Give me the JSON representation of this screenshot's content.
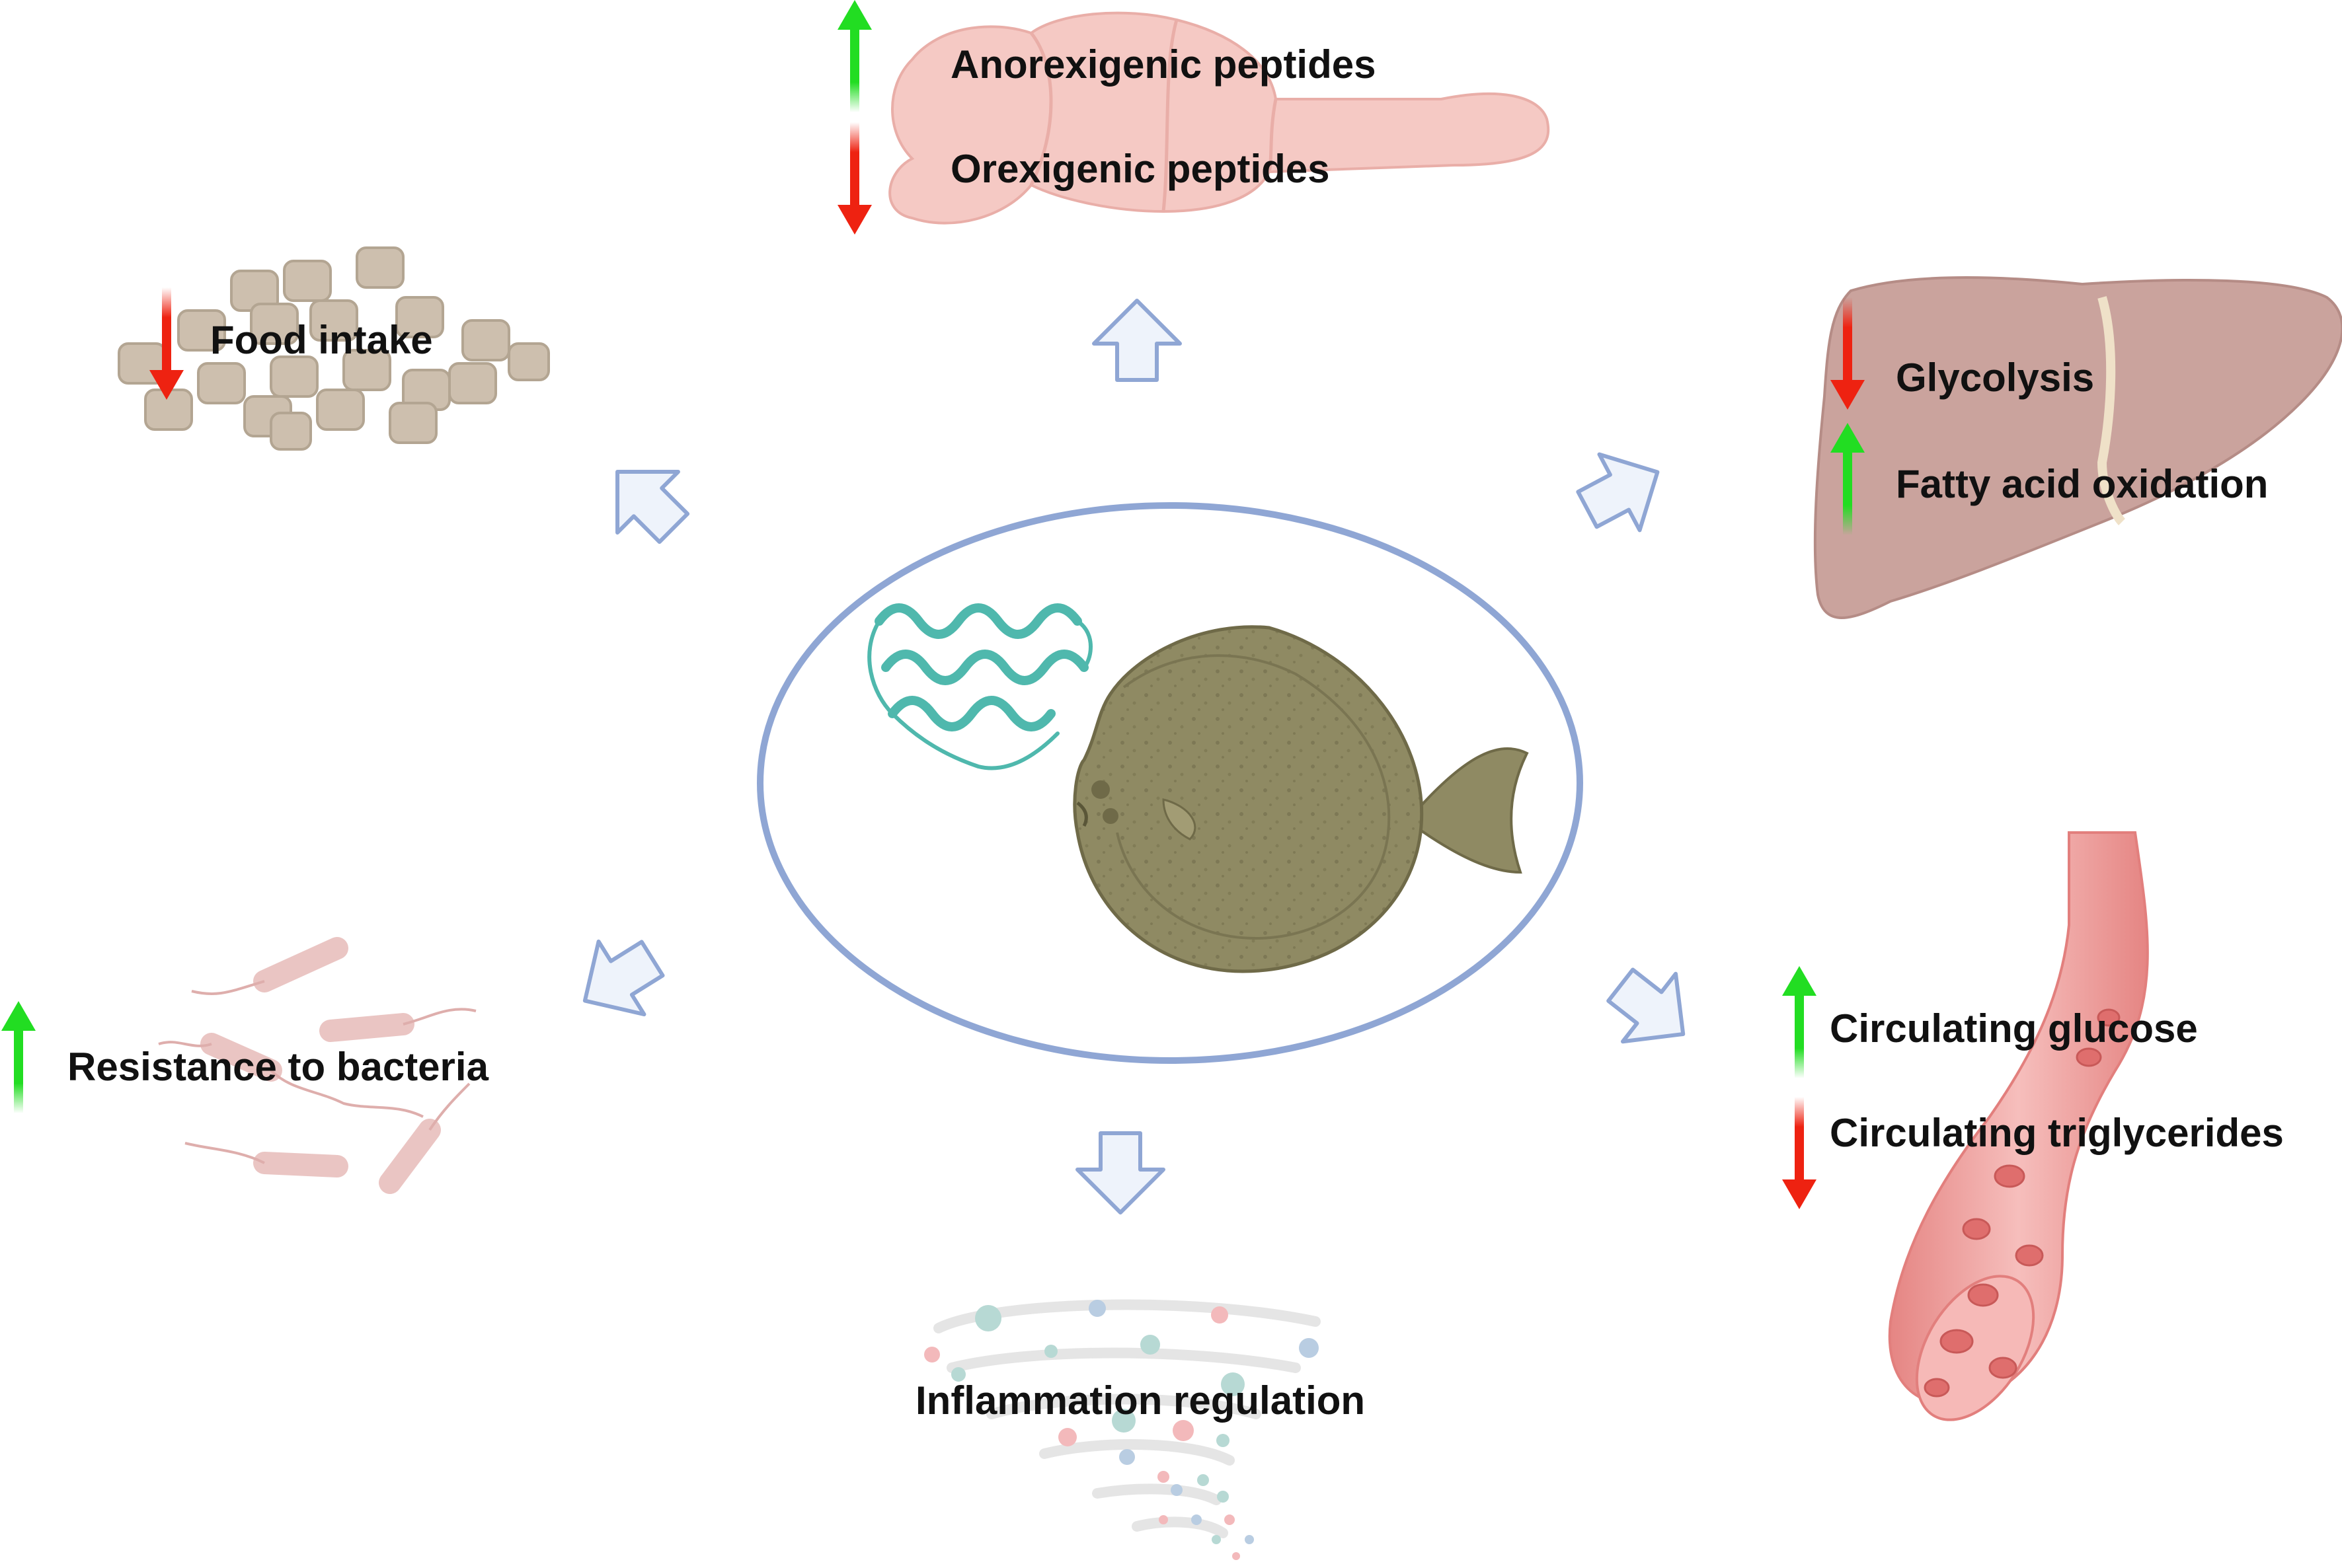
{
  "colors": {
    "arrow_fill": "#eef3fb",
    "arrow_stroke": "#8fa6d4",
    "ellipse_stroke": "#8fa6d4",
    "increase": "#22dd22",
    "decrease": "#ee2211",
    "fish_body": "#8f8a63",
    "protein": "#4fb8ad",
    "brain": "#f5c9c4",
    "liver": "#caa39d",
    "vessel": "#ec9a98",
    "pellet": "#cdbfae",
    "bacteria": "#e6b7b5"
  },
  "labels": {
    "anorexigenic": "Anorexigenic peptides",
    "orexigenic": "Orexigenic peptides",
    "food_intake": "Food intake",
    "glycolysis": "Glycolysis",
    "fatty_acid": "Fatty acid oxidation",
    "resistance": "Resistance to bacteria",
    "glucose": "Circulating glucose",
    "triglycerides": "Circulating triglycerides",
    "inflammation": "Inflammation regulation"
  },
  "trends": {
    "anorexigenic": "up",
    "orexigenic": "down",
    "food_intake": "down",
    "glycolysis": "down",
    "fatty_acid": "up",
    "resistance": "up",
    "glucose": "up",
    "triglycerides": "down"
  },
  "icons": {
    "center_fish": "turbot-fish-icon",
    "center_protein": "protein-ribbon-icon",
    "brain": "brain-icon",
    "liver": "liver-icon",
    "pellets": "feed-pellets-icon",
    "bacteria": "bacteria-icon",
    "vessel": "blood-vessel-icon",
    "inflammation": "inflammation-swirl-icon"
  }
}
